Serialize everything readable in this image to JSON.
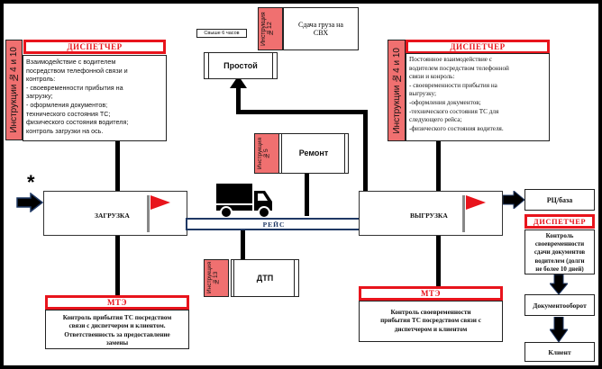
{
  "left_dispatcher": {
    "instruction": "Инструкции №4 и 10",
    "header": "ДИСПЕТЧЕР",
    "lines": [
      "Взаимодействие с водителем",
      "посредством телефонной связи и",
      "контроль:",
      "- своевременности прибытия на",
      "загрузку;",
      "- оформления документов;",
      "технического состояния ТС;",
      "физического состояния водителя;",
      "контроль загрузки на ось."
    ]
  },
  "right_dispatcher": {
    "instruction": "Инструкции №4 и 10",
    "header": "ДИСПЕТЧЕР",
    "lines": [
      "Постоянное взаимодействие с",
      "водителем посредством телефонной",
      "связи и конроль:",
      "- своевременности прибытия на",
      "выгрузку;",
      "-оформления документов;",
      "-технического состояния ТС для",
      "следующего рейса;",
      "-физического состояния водителя."
    ]
  },
  "overtime_note": "Свыше 6 часов",
  "idle": {
    "label": "Простой"
  },
  "svh": {
    "instruction": "Инструкция №12",
    "label": "Сдача груза на СВХ"
  },
  "repair": {
    "instruction": "Инструкция №5",
    "label": "Ремонт"
  },
  "accident": {
    "instruction": "Инструкция №13",
    "label": "ДТП"
  },
  "start_marker": "*",
  "loading": {
    "label": "ЗАГРУЗКА"
  },
  "unloading": {
    "label": "ВЫГРУЗКА"
  },
  "trip": {
    "label": "РЕЙС"
  },
  "left_mte": {
    "header": "МТЭ",
    "lines": [
      "Контроль прибытия ТС посредством",
      "связи с диспетчером и клиентом.",
      "Ответственность за предоставление",
      "замены"
    ]
  },
  "right_mte": {
    "header": "МТЭ",
    "lines": [
      "Контроль своевременности",
      "прибытия ТС посредством связи с",
      "диспетчером и клиентом"
    ]
  },
  "chain": {
    "base": "РЦ/база",
    "dispatcher_header": "ДИСПЕТЧЕР",
    "dispatcher_lines": [
      "Контроль",
      "своевременности",
      "сдачи документов",
      "водителем (долги",
      "не более 10 дней)"
    ],
    "docflow": "Документооборот",
    "client": "Клиент"
  },
  "colors": {
    "red": "#e8141c",
    "pink": "#f07070",
    "navy": "#1f3864"
  }
}
